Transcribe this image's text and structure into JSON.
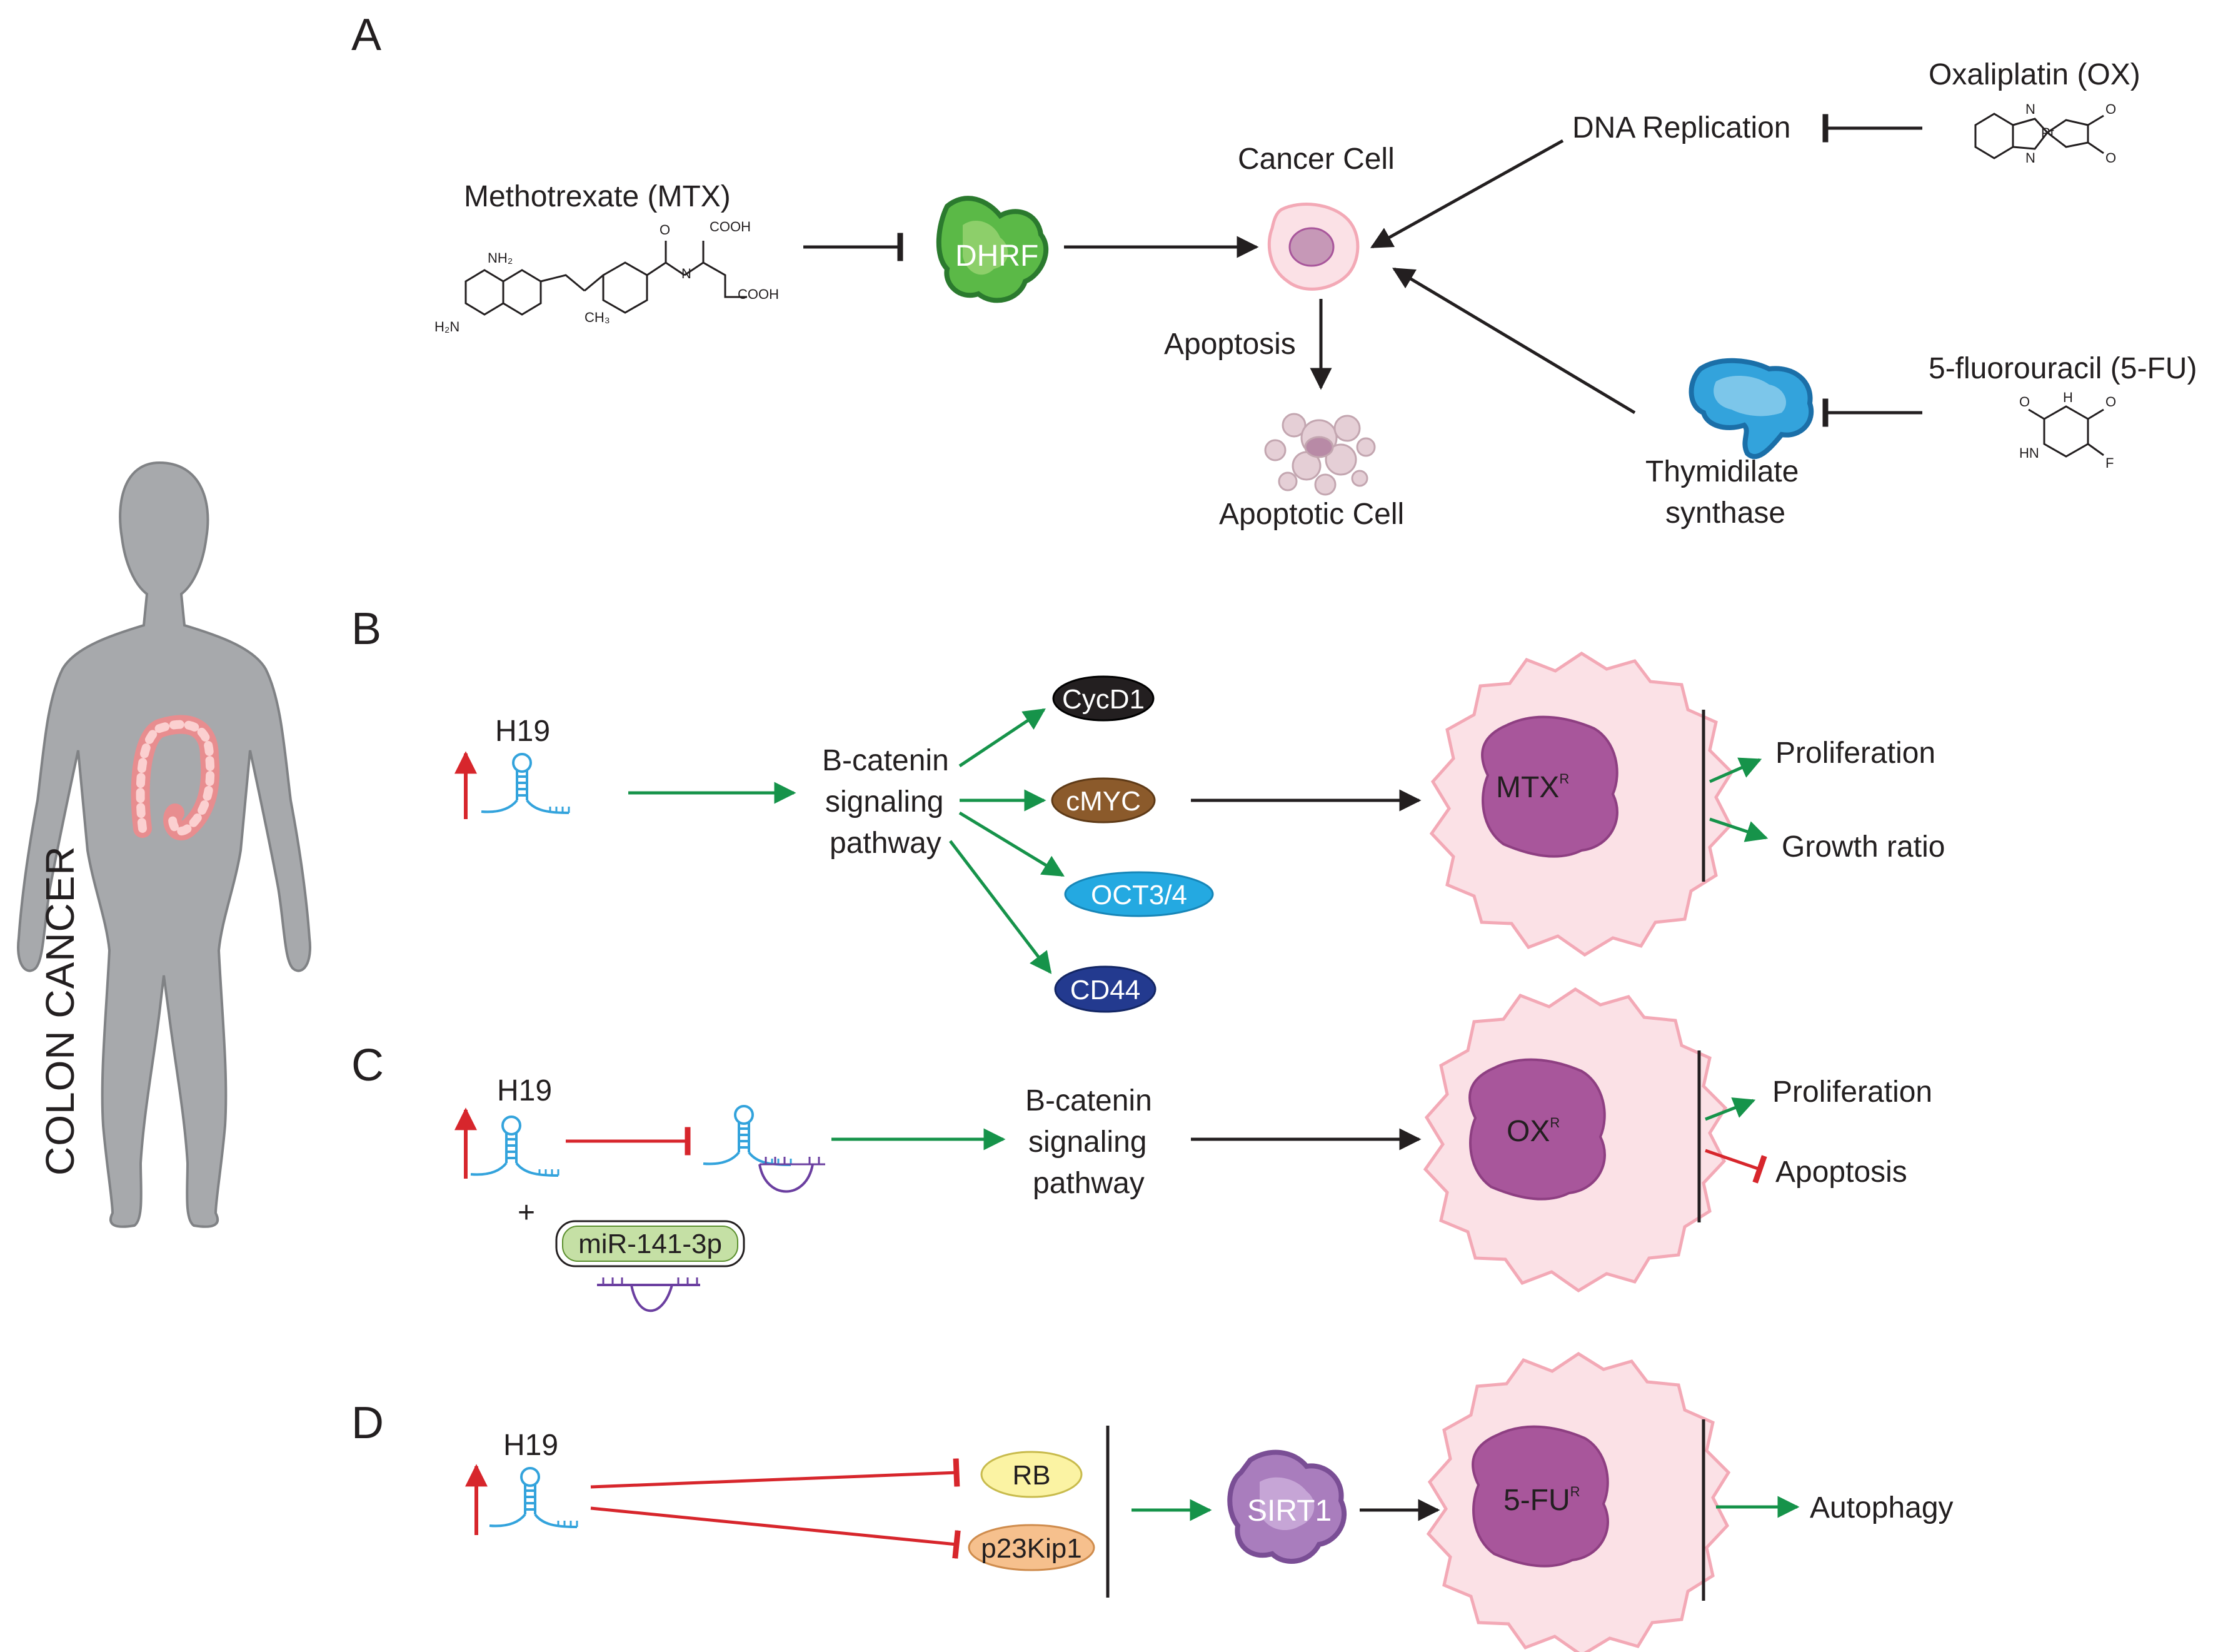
{
  "colors": {
    "activation": "#16934a",
    "inhibition": "#d7262c",
    "neutral": "#231f20",
    "cell_fill": "#fbe1e6",
    "nucleus": "#a8569b",
    "rna": "#33a3dc"
  },
  "side": {
    "label": "COLON CANCER"
  },
  "panel_a": {
    "letter": "A",
    "mtx": "Methotrexate (MTX)",
    "dhrf": "DHRF",
    "cancer_cell": "Cancer Cell",
    "dna_replication": "DNA Replication",
    "oxaliplatin": "Oxaliplatin (OX)",
    "apoptosis": "Apoptosis",
    "apoptotic_cell": "Apoptotic Cell",
    "thymidilate_1": "Thymidilate",
    "thymidilate_2": "synthase",
    "fluorouracil": "5-fluorouracil (5-FU)",
    "chem": {
      "nh2": "NH₂",
      "h2n": "H₂N",
      "cooh": "COOH",
      "ch3": "CH₃",
      "n": "N",
      "h": "H",
      "o": "O",
      "f": "F",
      "hn": "HN",
      "pt": "Pt"
    }
  },
  "panel_b": {
    "letter": "B",
    "h19": "H19",
    "pathway_1": "B-catenin",
    "pathway_2": "signaling",
    "pathway_3": "pathway",
    "targets": [
      "CycD1",
      "cMYC",
      "OCT3/4",
      "CD44"
    ],
    "cell": "MTX",
    "cell_sup": "R",
    "outcome_1": "Proliferation",
    "outcome_2": "Growth ratio"
  },
  "panel_c": {
    "letter": "C",
    "h19": "H19",
    "plus": "+",
    "mirna": "miR-141-3p",
    "pathway_1": "B-catenin",
    "pathway_2": "signaling",
    "pathway_3": "pathway",
    "cell": "OX",
    "cell_sup": "R",
    "outcome_1": "Proliferation",
    "outcome_2": "Apoptosis"
  },
  "panel_d": {
    "letter": "D",
    "h19": "H19",
    "rb": "RB",
    "p23": "p23Kip1",
    "sirt1": "SIRT1",
    "cell": "5-FU",
    "cell_sup": "R",
    "outcome_1": "Autophagy"
  }
}
